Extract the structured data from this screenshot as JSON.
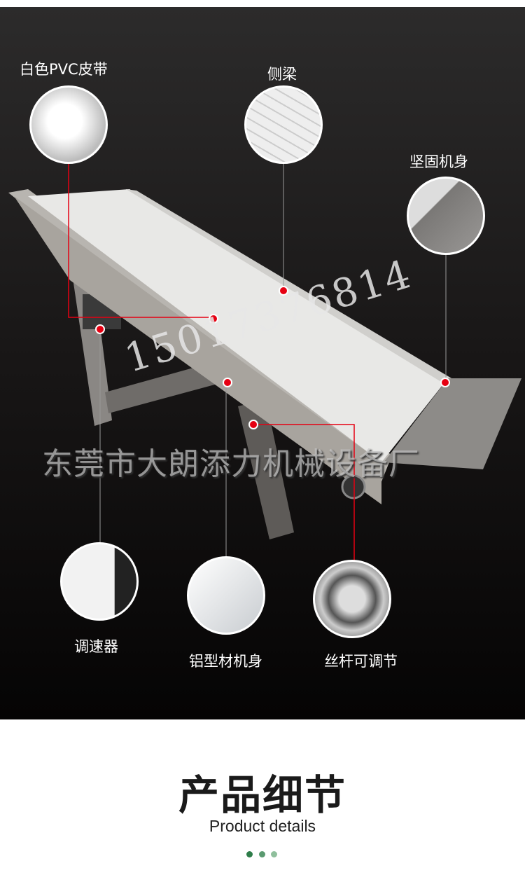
{
  "callouts": {
    "pvc_belt": "白色PVC皮带",
    "side_beam": "侧梁",
    "sturdy_body": "坚固机身",
    "speed_controller": "调速器",
    "aluminum_profile": "铝型材机身",
    "screw_adjust": "丝杆可调节"
  },
  "watermark": {
    "phone": "15017376814",
    "company": "东莞市大朗添力机械设备厂"
  },
  "section": {
    "title": "产品细节",
    "subtitle": "Product details"
  },
  "colors": {
    "marker": "#e60012",
    "dots": [
      "#2e7d4a",
      "#5a9a70",
      "#8fbf9c"
    ]
  }
}
